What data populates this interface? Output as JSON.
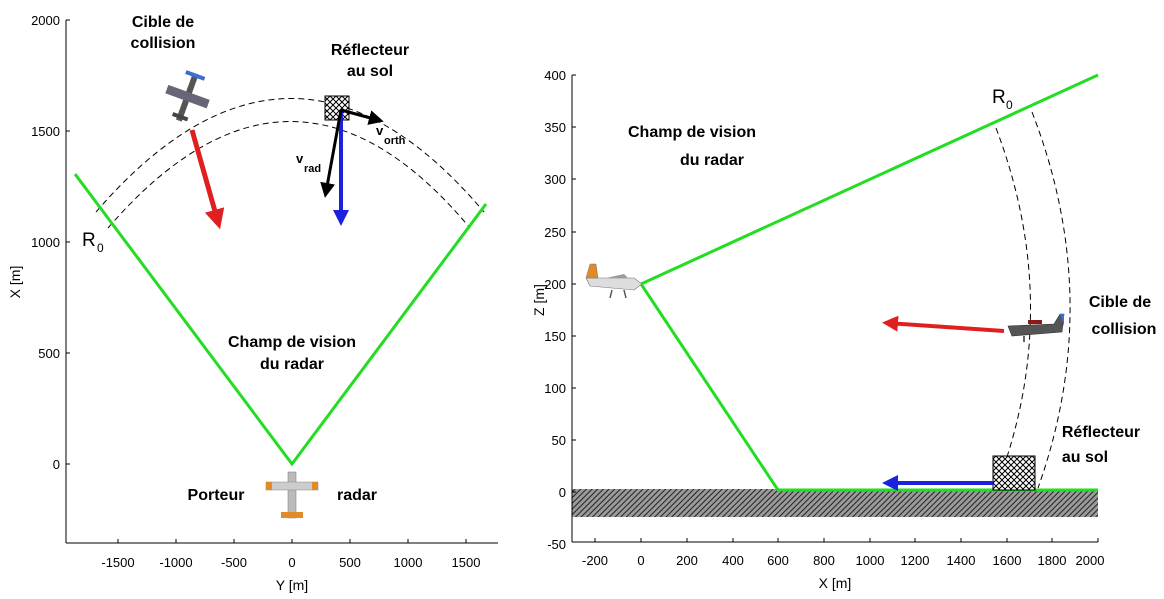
{
  "left_panel": {
    "x_axis_label": "Y [m]",
    "y_axis_label": "X [m]",
    "x_ticks": [
      "-1500",
      "-1000",
      "-500",
      "0",
      "500",
      "1000",
      "1500"
    ],
    "y_ticks": [
      "2000",
      "1500",
      "1000",
      "500",
      "0"
    ],
    "labels": {
      "target_line1": "Cible de",
      "target_line2": "collision",
      "reflector_line1": "Réflecteur",
      "reflector_line2": "au sol",
      "fov_line1": "Champ de vision",
      "fov_line2": "du radar",
      "carrier_left": "Porteur",
      "carrier_right": "radar",
      "range": "R",
      "range_sub": "0",
      "v_rad": "v",
      "v_rad_sub": "rad",
      "v_orth": "v",
      "v_orth_sub": "orth"
    }
  },
  "right_panel": {
    "x_axis_label": "X [m]",
    "y_axis_label": "Z [m]",
    "x_ticks": [
      "-200",
      "0",
      "200",
      "400",
      "600",
      "800",
      "1000",
      "1200",
      "1400",
      "1600",
      "1800",
      "2000"
    ],
    "y_ticks": [
      "400",
      "350",
      "300",
      "250",
      "200",
      "150",
      "100",
      "50",
      "0",
      "-50"
    ],
    "labels": {
      "fov_line1": "Champ de vision",
      "fov_line2": "du radar",
      "target_line1": "Cible de",
      "target_line2": "collision",
      "reflector_line1": "Réflecteur",
      "reflector_line2": "au sol",
      "range": "R",
      "range_sub": "0"
    }
  },
  "colors": {
    "fov": "#22dd22",
    "target_velocity": "#e02020",
    "reflector_velocity": "#1a22dd",
    "ground": "#333333"
  }
}
